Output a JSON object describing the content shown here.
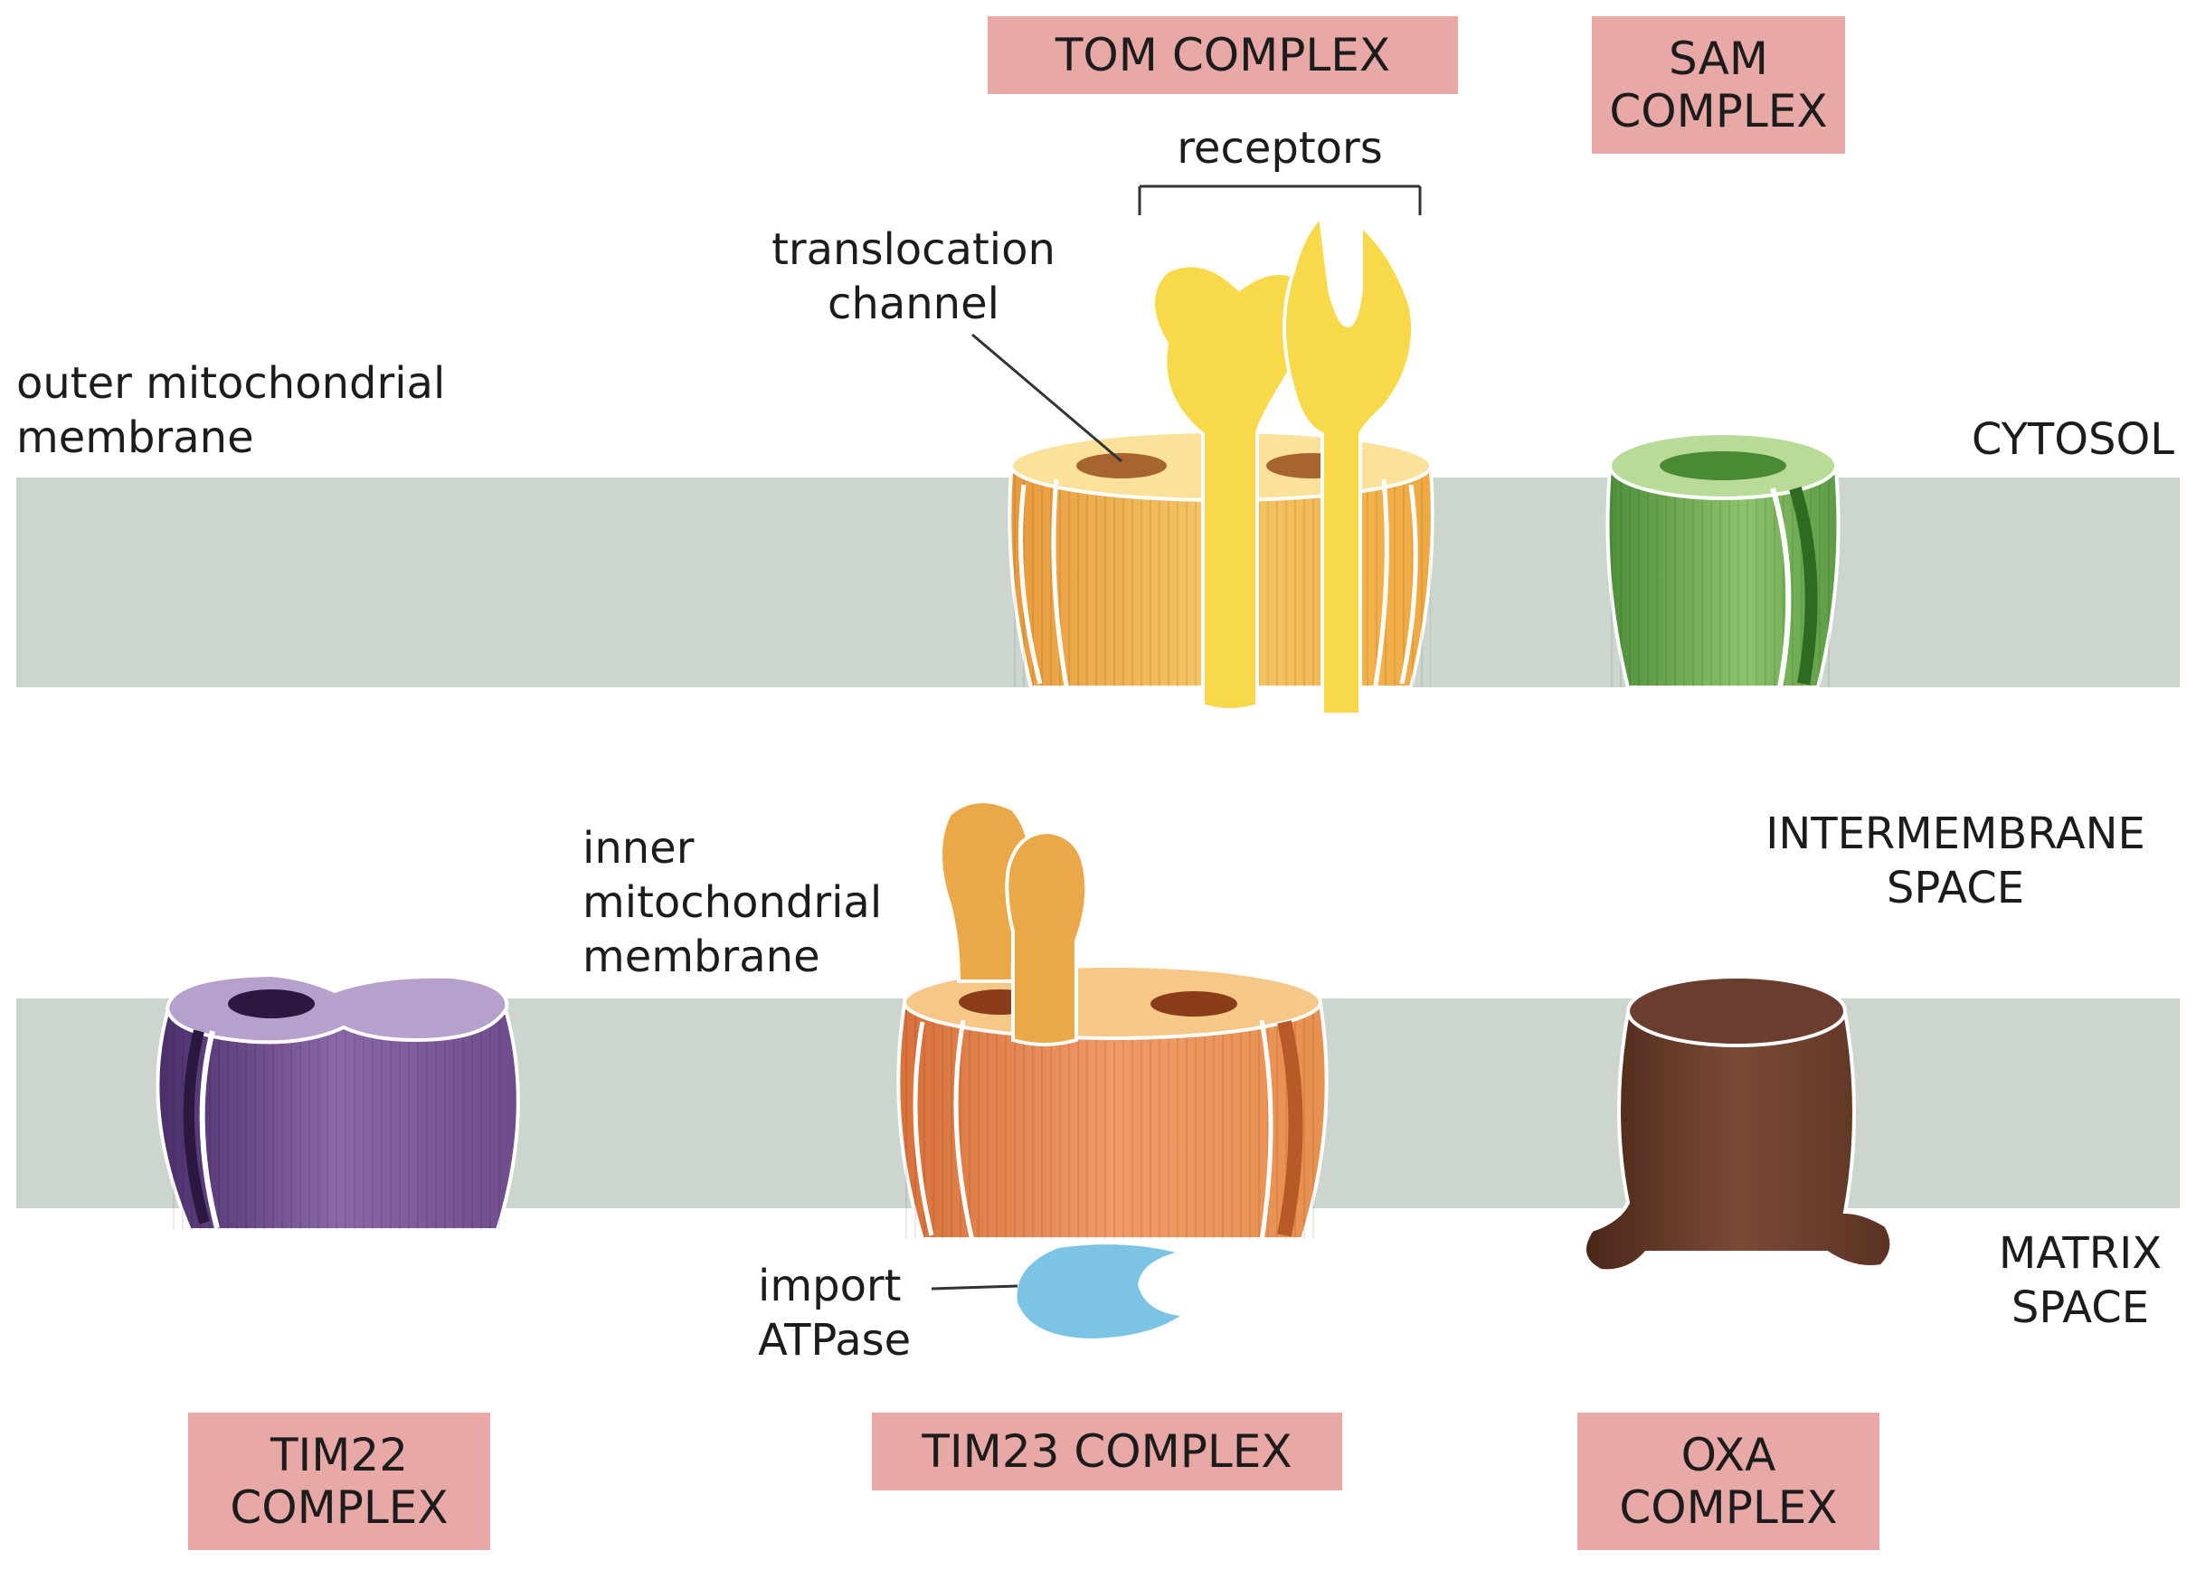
{
  "complexes": {
    "tom": {
      "name": "TOM COMPLEX",
      "color": "#f0b04a"
    },
    "sam": {
      "name": "SAM\nCOMPLEX",
      "color": "#6aa84f"
    },
    "tim22": {
      "name": "TIM22\nCOMPLEX",
      "color": "#7d5a9a"
    },
    "tim23": {
      "name": "TIM23 COMPLEX",
      "color": "#e8885a"
    },
    "oxa": {
      "name": "OXA\nCOMPLEX",
      "color": "#6b3d2e"
    }
  },
  "labels": {
    "receptors": "receptors",
    "translocation_channel": "translocation\nchannel",
    "outer_membrane": "outer mitochondrial\nmembrane",
    "inner_membrane": "inner\nmitochondrial\nmembrane",
    "import_atpase": "import\nATPase"
  },
  "compartments": {
    "cytosol": "CYTOSOL",
    "intermembrane": "INTERMEMBRANE\nSPACE",
    "matrix": "MATRIX\nSPACE"
  },
  "colors": {
    "membrane": "#ccd6cf",
    "label_box": "#e8a8a6",
    "receptor": "#f8d94a",
    "atpase": "#7cc4e4"
  }
}
